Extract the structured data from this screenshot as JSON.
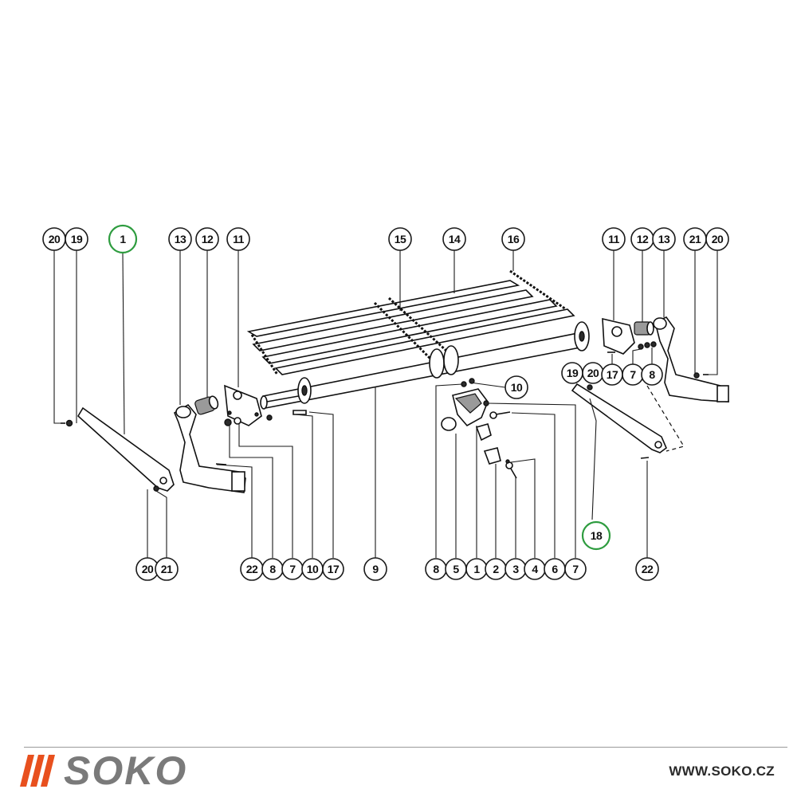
{
  "diagram": {
    "callouts": [
      {
        "id": "c-20-topleft",
        "label": "20",
        "highlight": false
      },
      {
        "id": "c-19-topleft",
        "label": "19",
        "highlight": false
      },
      {
        "id": "c-1-top",
        "label": "1",
        "highlight": true
      },
      {
        "id": "c-13-left",
        "label": "13",
        "highlight": false
      },
      {
        "id": "c-12-left",
        "label": "12",
        "highlight": false
      },
      {
        "id": "c-11-left",
        "label": "11",
        "highlight": false
      },
      {
        "id": "c-15",
        "label": "15",
        "highlight": false
      },
      {
        "id": "c-14",
        "label": "14",
        "highlight": false
      },
      {
        "id": "c-16",
        "label": "16",
        "highlight": false
      },
      {
        "id": "c-11-right",
        "label": "11",
        "highlight": false
      },
      {
        "id": "c-12-right",
        "label": "12",
        "highlight": false
      },
      {
        "id": "c-13-right",
        "label": "13",
        "highlight": false
      },
      {
        "id": "c-21-topright",
        "label": "21",
        "highlight": false
      },
      {
        "id": "c-20-topright",
        "label": "20",
        "highlight": false
      },
      {
        "id": "c-19-right",
        "label": "19",
        "highlight": false
      },
      {
        "id": "c-20-right",
        "label": "20",
        "highlight": false
      },
      {
        "id": "c-17-right",
        "label": "17",
        "highlight": false
      },
      {
        "id": "c-7-right",
        "label": "7",
        "highlight": false
      },
      {
        "id": "c-8-right",
        "label": "8",
        "highlight": false
      },
      {
        "id": "c-10-mid",
        "label": "10",
        "highlight": false
      },
      {
        "id": "c-18",
        "label": "18",
        "highlight": true
      },
      {
        "id": "c-20-bottomleft",
        "label": "20",
        "highlight": false
      },
      {
        "id": "c-21-bottomleft",
        "label": "21",
        "highlight": false
      },
      {
        "id": "c-22-left",
        "label": "22",
        "highlight": false
      },
      {
        "id": "c-8-left",
        "label": "8",
        "highlight": false
      },
      {
        "id": "c-7-left",
        "label": "7",
        "highlight": false
      },
      {
        "id": "c-10-left",
        "label": "10",
        "highlight": false
      },
      {
        "id": "c-17-left",
        "label": "17",
        "highlight": false
      },
      {
        "id": "c-9",
        "label": "9",
        "highlight": false
      },
      {
        "id": "c-8-mid",
        "label": "8",
        "highlight": false
      },
      {
        "id": "c-5",
        "label": "5",
        "highlight": false
      },
      {
        "id": "c-1-bottom",
        "label": "1",
        "highlight": false
      },
      {
        "id": "c-2",
        "label": "2",
        "highlight": false
      },
      {
        "id": "c-3",
        "label": "3",
        "highlight": false
      },
      {
        "id": "c-4",
        "label": "4",
        "highlight": false
      },
      {
        "id": "c-6",
        "label": "6",
        "highlight": false
      },
      {
        "id": "c-7-mid",
        "label": "7",
        "highlight": false
      },
      {
        "id": "c-22-right",
        "label": "22",
        "highlight": false
      }
    ],
    "colors": {
      "ink": "#111111",
      "highlight": "#2e9c3f",
      "brand_accent": "#e8501e",
      "brand_text": "#7a7a7a"
    }
  },
  "footer": {
    "brand_name": "SOKO",
    "website": "WWW.SOKO.CZ"
  }
}
